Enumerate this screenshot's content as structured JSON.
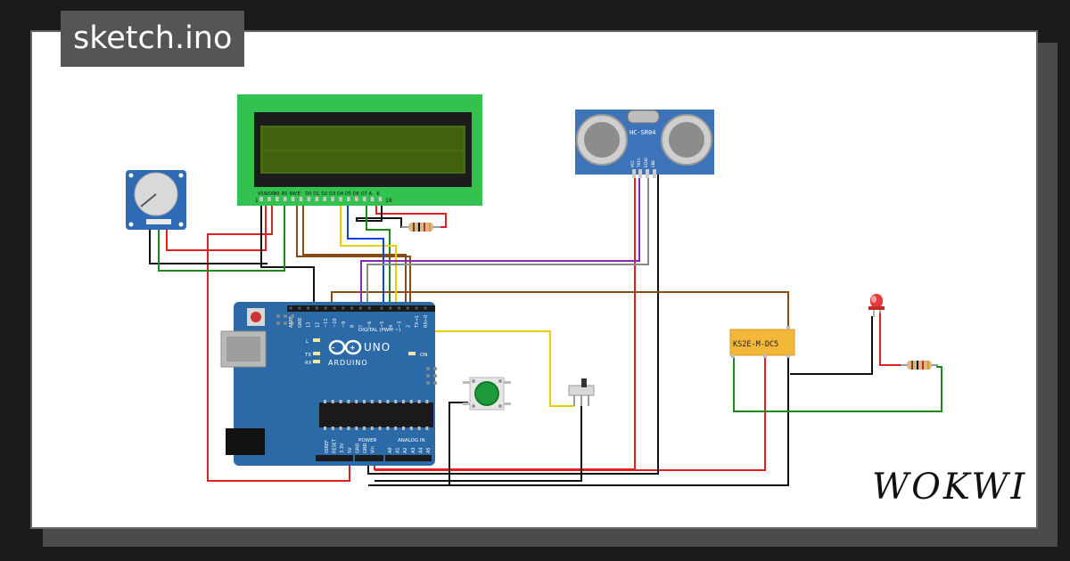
{
  "project": {
    "title": "sketch.ino"
  },
  "branding": {
    "name": "WOKWI"
  },
  "lcd": {
    "pin_labels": [
      "VSS",
      "VDD",
      "V0",
      "RS",
      "RW",
      "E",
      "D0",
      "D1",
      "D2",
      "D3",
      "D4",
      "D5",
      "D6",
      "D7",
      "A",
      "K"
    ],
    "first_pin": "1",
    "last_pin": "16"
  },
  "sensor": {
    "label": "HC-SR04",
    "pins": [
      "VCC",
      "TRIG",
      "ECHO",
      "GND"
    ]
  },
  "relay": {
    "label": "KS2E-M-DC5"
  },
  "arduino": {
    "brand": "ARDUINO",
    "model": "UNO",
    "digital_label": "DIGITAL (PWM ~)",
    "header_pins": [
      "AREF",
      "GND",
      "13",
      "12",
      "~11",
      "~10",
      "~9",
      "8",
      "7",
      "~6",
      "~5",
      "4",
      "~3",
      "2",
      "TX→1",
      "RX←0"
    ],
    "led_labels": [
      "L",
      "TX",
      "RX"
    ],
    "on_label": "ON",
    "power_label": "POWER",
    "analog_label": "ANALOG IN",
    "power_pins": [
      "IOREF",
      "RESET",
      "3.3V",
      "5V",
      "GND",
      "GND",
      "Vin"
    ],
    "analog_pins": [
      "A0",
      "A1",
      "A2",
      "A3",
      "A4",
      "A5"
    ]
  },
  "colors": {
    "board": "#2b6aa6",
    "lcd_frame": "#33c24f",
    "lcd_screen": "#4a6b12",
    "sensor": "#3d73b8",
    "relay": "#f3b83a",
    "button": "#1e9a3a",
    "led": "#e43c3c"
  }
}
